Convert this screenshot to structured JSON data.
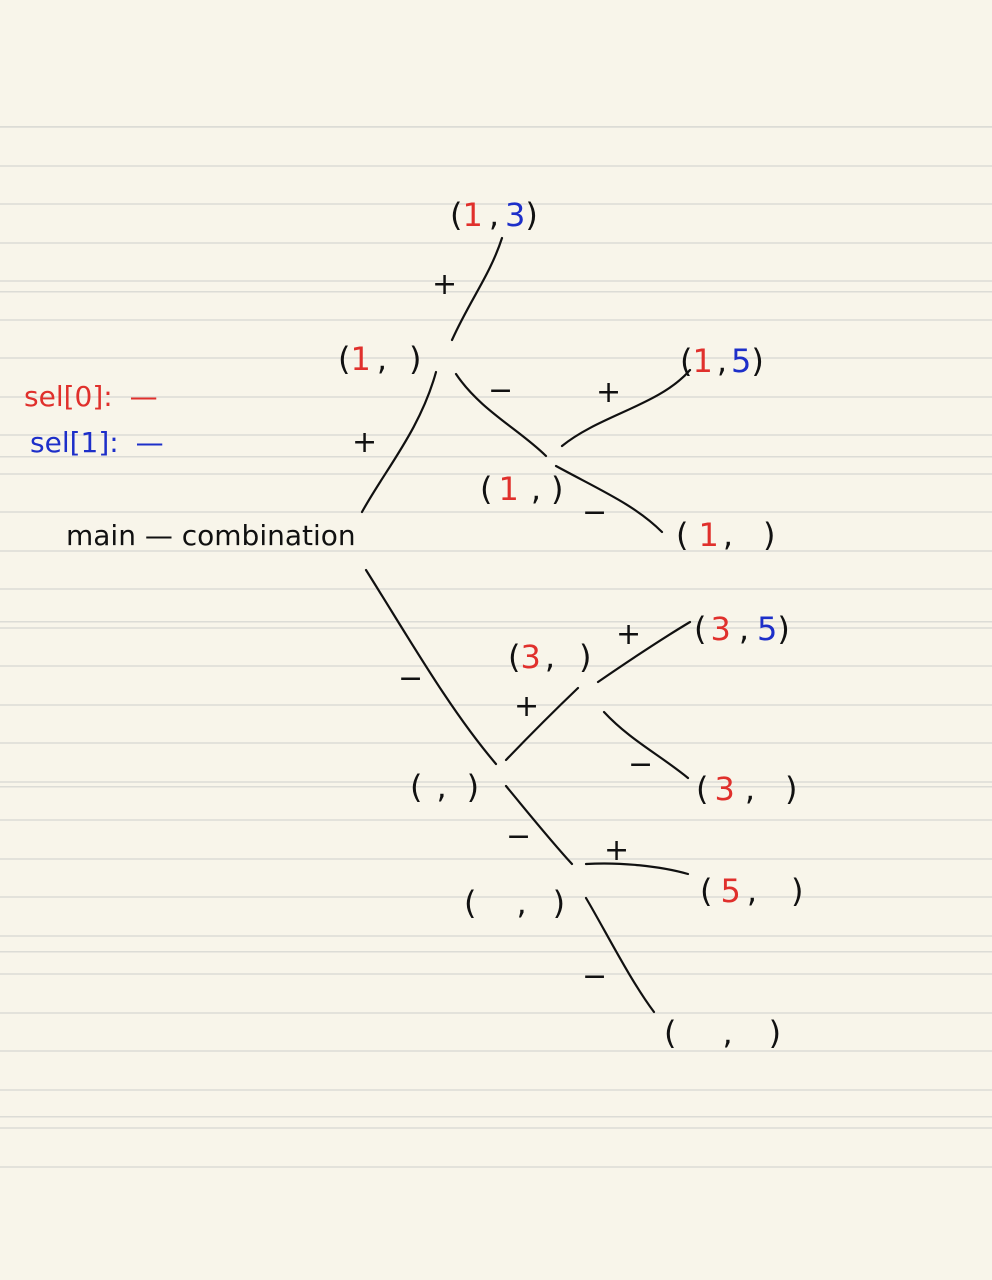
{
  "colors": {
    "paper": "#f8f5ea",
    "rule": "#dcdcd6",
    "ink": "#111111",
    "red": "#e0302c",
    "blue": "#1d2fc9"
  },
  "legend": {
    "sel0": {
      "label": "sel[0]:",
      "value": "—"
    },
    "sel1": {
      "label": "sel[1]:",
      "value": "—"
    }
  },
  "root_label": "main — combination",
  "nodes": [
    {
      "id": "root-plus",
      "first": "1",
      "second": ""
    },
    {
      "id": "root-minus",
      "first": "",
      "second": ""
    },
    {
      "id": "n-1-top",
      "first": "1",
      "second": "3"
    },
    {
      "id": "n-1-minus",
      "first": "1",
      "second": ""
    },
    {
      "id": "n-1-5",
      "first": "1",
      "second": "5"
    },
    {
      "id": "n-1-empty",
      "first": "1",
      "second": ""
    },
    {
      "id": "n-3",
      "first": "3",
      "second": ""
    },
    {
      "id": "n-3-5",
      "first": "3",
      "second": "5"
    },
    {
      "id": "n-3-empty",
      "first": "3",
      "second": ""
    },
    {
      "id": "n-empty-mid",
      "first": "",
      "second": ""
    },
    {
      "id": "n-5",
      "first": "5",
      "second": ""
    },
    {
      "id": "n-empty-bottom",
      "first": "",
      "second": ""
    }
  ],
  "edge_signs": {
    "plus": "+",
    "minus": "−"
  }
}
